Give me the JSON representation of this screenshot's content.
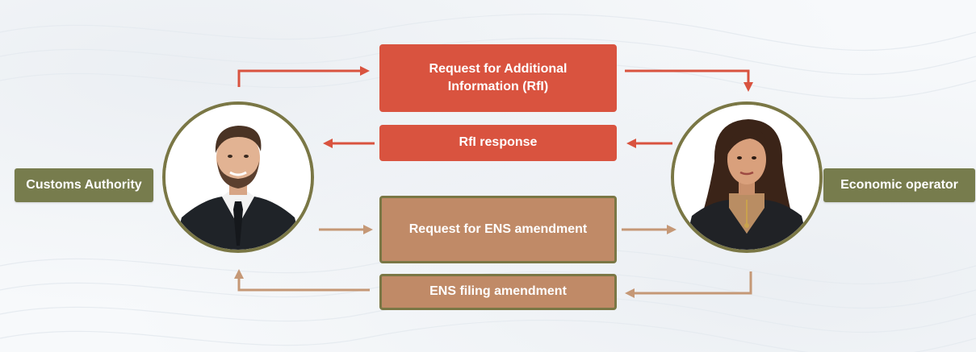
{
  "parties": {
    "left": {
      "label": "Customs Authority"
    },
    "right": {
      "label": "Economic operator"
    }
  },
  "messages": {
    "rfi_request": "Request for Additional Information (RfI)",
    "rfi_response": "RfI response",
    "ens_amendment_request": "Request for ENS amendment",
    "ens_filing_amendment": "ENS filing amendment"
  },
  "colors": {
    "red": "#d9533f",
    "tan": "#c08a67",
    "olive": "#777c4d",
    "tan_arrow": "#c59876"
  }
}
